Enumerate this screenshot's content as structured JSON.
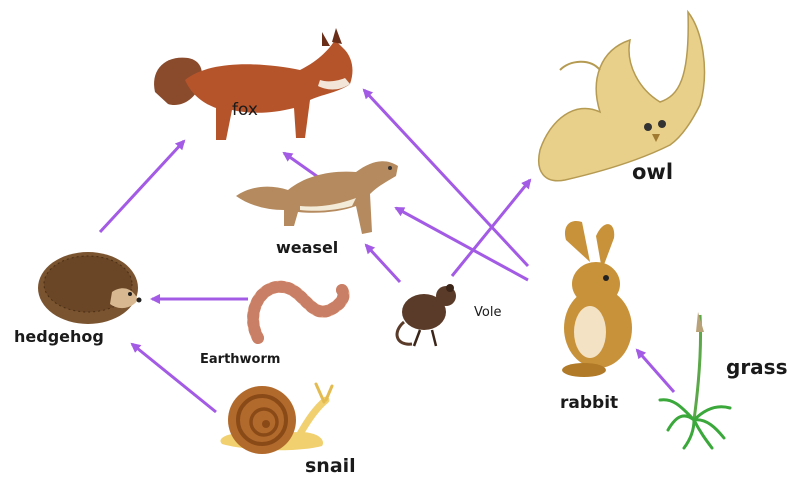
{
  "organisms": {
    "fox": "fox",
    "owl": "owl",
    "weasel": "weasel",
    "vole": "Vole",
    "hedgehog": "hedgehog",
    "earthworm": "Earthworm",
    "rabbit": "rabbit",
    "grass": "grass",
    "snail": "snail"
  },
  "edges": [
    {
      "from": "hedgehog",
      "to": "fox"
    },
    {
      "from": "weasel",
      "to": "fox"
    },
    {
      "from": "rabbit",
      "to": "fox"
    },
    {
      "from": "rabbit",
      "to": "weasel"
    },
    {
      "from": "vole",
      "to": "weasel"
    },
    {
      "from": "vole",
      "to": "owl"
    },
    {
      "from": "earthworm",
      "to": "hedgehog"
    },
    {
      "from": "snail",
      "to": "hedgehog"
    },
    {
      "from": "grass",
      "to": "rabbit"
    }
  ],
  "colors": {
    "arrow": "#a35be6",
    "fox": "#b5542a",
    "owl": "#e8cf8a",
    "weasel": "#b48a5e",
    "vole": "#5a3a28",
    "hedgehog": "#7a5430",
    "earthworm": "#e7a98a",
    "rabbit": "#c8923a",
    "grass": "#3aa83a",
    "snail": "#b26a2c"
  }
}
